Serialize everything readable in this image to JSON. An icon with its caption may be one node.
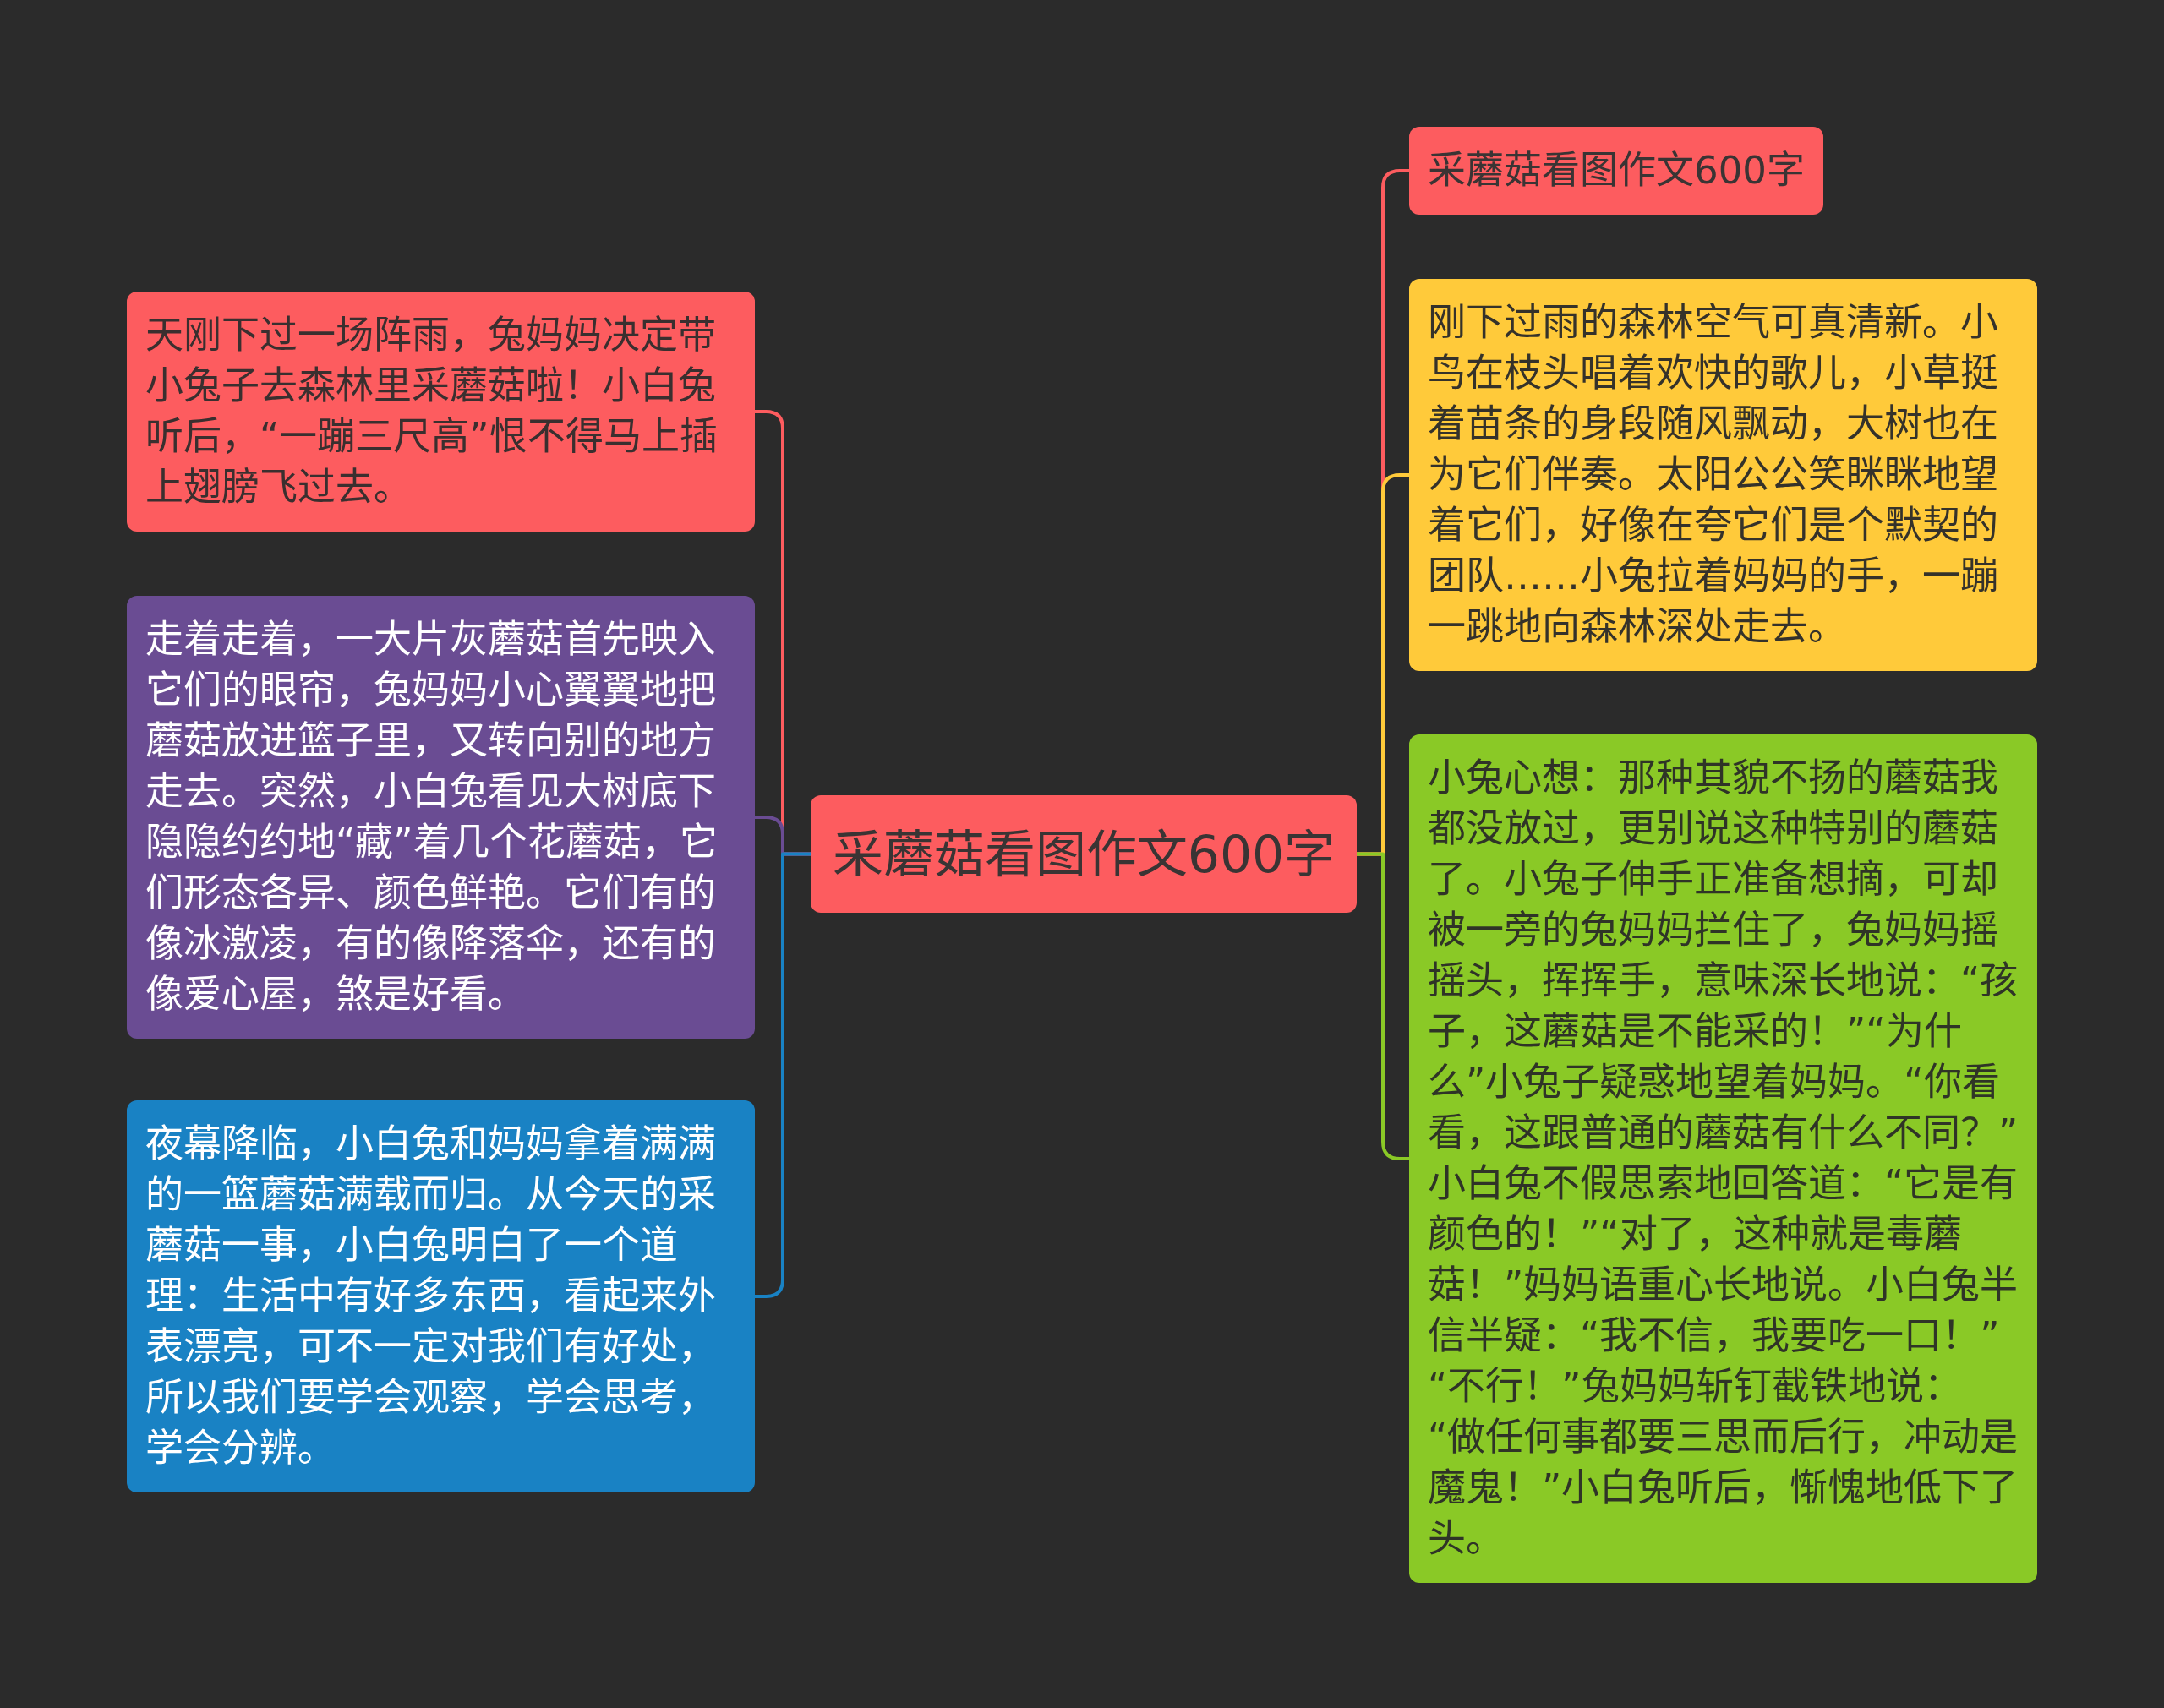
{
  "diagram": {
    "nodes": [
      {
        "text": [
          "采蘑菇看图作文600字"
        ]
      },
      {
        "text": [
          "采蘑菇看图作文600字"
        ]
      },
      {
        "text": [
          "刚下过雨的森林空气可真清新。小鸟在枝头唱着欢快的歌儿，小草挺着苗条的身段随风飘动，大树也在为它们伴奏。太阳公公笑眯眯地望着它们，好像在夸它们是个默契的团队……小兔拉着妈妈的手，一蹦一跳地向森林深处走去。"
        ]
      },
      {
        "text": [
          "小兔心想：那种其貌不扬的蘑菇我都没放过，更别说这种特别的蘑菇了。小兔子伸手正准备想摘，可却被一旁的兔妈妈拦住了，兔妈妈摇摇头，挥挥手，意味深长地说：“孩子，这蘑菇是不能采的！”“为什么”小兔子疑惑地望着妈妈。“你看看，这跟普通的蘑菇有什么不同？”小白兔不假思索地回答道：“它是有颜色的！”“对了，这种就是毒蘑菇！”妈妈语重心长地说。小白兔半信半疑：“我不信，我要吃一口！”“不行！”兔妈妈斩钉截铁地说：“做任何事都要三思而后行，冲动是魔鬼！”小白兔听后，惭愧地低下了头。"
        ]
      },
      {
        "text": [
          "天刚下过一场阵雨，兔妈妈决定带小兔子去森林里采蘑菇啦！小白兔听后，“一蹦三尺高”恨不得马上插上翅膀飞过去。"
        ]
      },
      {
        "text": [
          "走着走着，一大片灰蘑菇首先映入它们的眼帘，兔妈妈小心翼翼地把蘑菇放进篮子里，又转向别的地方走去。突然，小白兔看见大树底下隐隐约约地“藏”着几个花蘑菇，它们形态各异、颜色鲜艳。它们有的像冰激凌，有的像降落伞，还有的像爱心屋，煞是好看。"
        ]
      },
      {
        "text": [
          "夜幕降临，小白兔和妈妈拿着满满的一篮蘑菇满载而归。从今天的采蘑菇一事，小白兔明白了一个道理：生活中有好多东西，看起来外表漂亮，可不一定对我们有好处，所以我们要学会观察，学会思考，学会分辨。"
        ]
      }
    ],
    "edges": [
      {
        "from": 0,
        "to": 1,
        "arrow": "none",
        "color": "#fd5c5f"
      },
      {
        "from": 0,
        "to": 2,
        "arrow": "none",
        "color": "#ffca3a"
      },
      {
        "from": 0,
        "to": 3,
        "arrow": "none",
        "color": "#8ac926"
      },
      {
        "from": 0,
        "to": 4,
        "arrow": "none",
        "color": "#fd5c5f"
      },
      {
        "from": 0,
        "to": 5,
        "arrow": "none",
        "color": "#6a4c93"
      },
      {
        "from": 0,
        "to": 6,
        "arrow": "none",
        "color": "#1982c4"
      }
    ]
  }
}
